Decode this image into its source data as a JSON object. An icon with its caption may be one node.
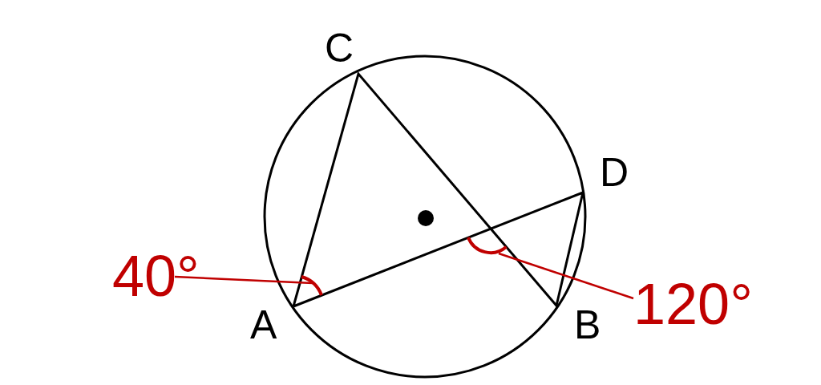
{
  "diagram": {
    "nodes": [
      {
        "text": [
          "40°"
        ]
      },
      {
        "text": [],
        "shape": "arc"
      },
      {
        "text": [
          "120°"
        ]
      },
      {
        "text": [],
        "shape": "arc"
      }
    ],
    "edges": [
      {
        "from": 0,
        "to": 1,
        "arrow": "none"
      },
      {
        "from": 2,
        "to": 3,
        "arrow": "none"
      }
    ],
    "labels": [
      "C",
      "D",
      "A",
      "B"
    ]
  }
}
